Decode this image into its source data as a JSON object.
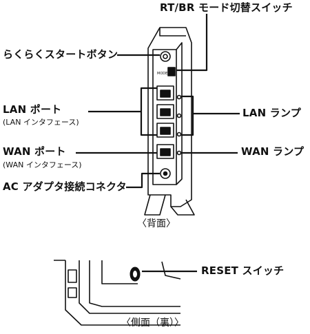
{
  "labels": {
    "mode_switch": "RT/BR モード切替スイッチ",
    "start_button": "らくらくスタートボタン",
    "lan_port": "LAN ポート",
    "lan_port_sub": "(LAN インタフェース)",
    "lan_lamp": "LAN ランプ",
    "wan_port": "WAN ポート",
    "wan_port_sub": "(WAN インタフェース)",
    "wan_lamp": "WAN ランプ",
    "ac_connector": "AC アダプタ接続コネクタ",
    "reset_switch": "RESET スイッチ"
  },
  "captions": {
    "back": "〈背面〉",
    "side": "〈側面（裏）〉"
  }
}
